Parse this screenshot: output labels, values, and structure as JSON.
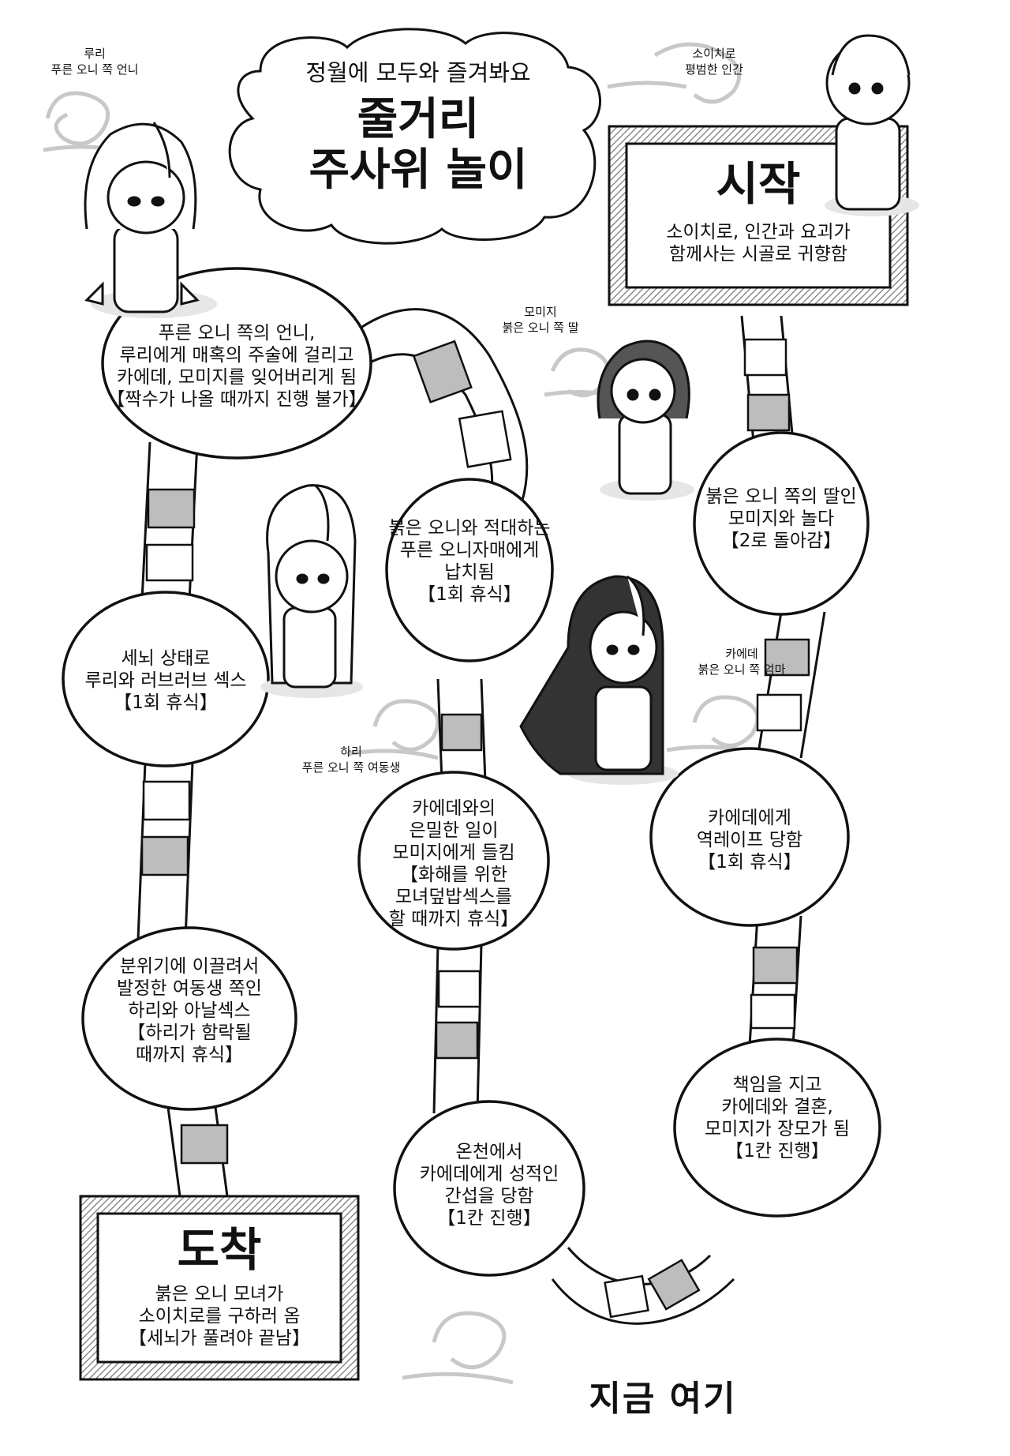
{
  "title": {
    "line1": "정월에 모두와 즐겨봐요",
    "line2": "줄거리\n주사위 놀이"
  },
  "start": {
    "heading": "시작",
    "text": "소이치로, 인간과 요괴가\n함께사는 시골로 귀향함"
  },
  "goal": {
    "heading": "도착",
    "text": "붉은 오니 모녀가\n소이치로를 구하러 옴\n【세뇌가 풀려야 끝남】"
  },
  "cells": [
    {
      "text": "붉은 오니 쪽의 딸인\n모미지와 놀다\n【2로 돌아감】"
    },
    {
      "text": "붉은 오니와 적대하는\n푸른 오니자매에게\n납치됨\n【1회 휴식】"
    },
    {
      "text": "푸른 오니 쪽의 언니,\n루리에게 매혹의 주술에 걸리고\n카에데, 모미지를 잊어버리게 됨\n【짝수가 나올 때까지 진행 불가】"
    },
    {
      "text": "세뇌 상태로\n루리와 러브러브 섹스\n【1회 휴식】"
    },
    {
      "text": "카에데와의\n은밀한 일이\n모미지에게 들킴\n【화해를 위한\n모녀덮밥섹스를\n할 때까지 휴식】"
    },
    {
      "text": "카에데에게\n역레이프 당함\n【1회 휴식】"
    },
    {
      "text": "분위기에 이끌려서\n발정한 여동생 쪽인\n하리와 아날섹스\n【하리가 함락될\n때까지 휴식】"
    },
    {
      "text": "책임을 지고\n카에데와 결혼,\n모미지가 장모가 됨\n【1칸 진행】"
    },
    {
      "text": "온천에서\n카에데에게 성적인\n간섭을 당함\n【1칸 진행】"
    }
  ],
  "character_labels": {
    "ruri": "루리\n푸른 오니 쪽 언니",
    "soichiro": "소이치로\n평범한 인간",
    "momiji": "모미지\n붉은 오니 쪽 딸",
    "kaede": "카에데\n붉은 오니 쪽 엄마",
    "hari": "하리\n푸른 오니 쪽 여동생"
  },
  "footer": {
    "here_text": "지금 여기"
  },
  "colors": {
    "ink": "#111111",
    "paper": "#ffffff",
    "shade": "#bdbdbd",
    "hatch": "#777777"
  }
}
